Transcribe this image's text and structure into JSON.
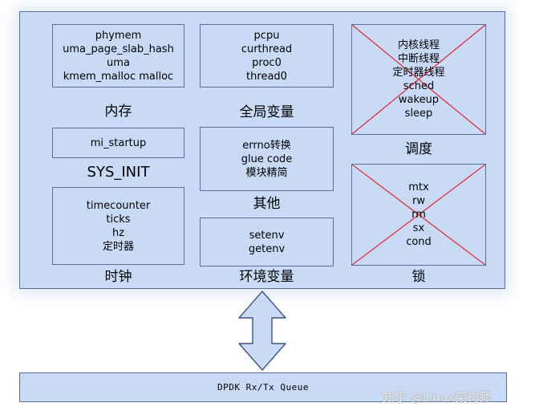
{
  "memory": {
    "lines": [
      "phymem",
      "uma_page_slab_hash",
      "uma",
      "kmem_malloc malloc"
    ],
    "caption": "内存"
  },
  "global_vars": {
    "lines": [
      "pcpu",
      "curthread",
      "proc0",
      "thread0"
    ],
    "caption": "全局变量"
  },
  "scheduling": {
    "lines": [
      "内核线程",
      "中断线程",
      "定时器线程",
      "sched",
      "wakeup",
      "sleep"
    ],
    "caption": "调度",
    "crossed": true
  },
  "sys_init": {
    "lines": [
      "mi_startup"
    ],
    "caption": "SYS_INIT"
  },
  "other": {
    "lines": [
      "errno转换",
      "glue code",
      "模块精简"
    ],
    "caption": "其他"
  },
  "clock": {
    "lines": [
      "timecounter",
      "ticks",
      "hz",
      "定时器"
    ],
    "caption": "时钟"
  },
  "env_vars": {
    "lines": [
      "setenv",
      "getenv"
    ],
    "caption": "环境变量"
  },
  "locks": {
    "lines": [
      "mtx",
      "rw",
      "rm",
      "sx",
      "cond"
    ],
    "caption": "锁",
    "crossed": true
  },
  "queue": {
    "label": "DPDK Rx/Tx Queue"
  },
  "watermark": {
    "text": "知乎 @Linux架构师"
  },
  "colors": {
    "box_fill": "#c9daf6",
    "border": "#5a6f92",
    "cross": "#e0303a",
    "arrow_fill": "#c9daf6"
  }
}
